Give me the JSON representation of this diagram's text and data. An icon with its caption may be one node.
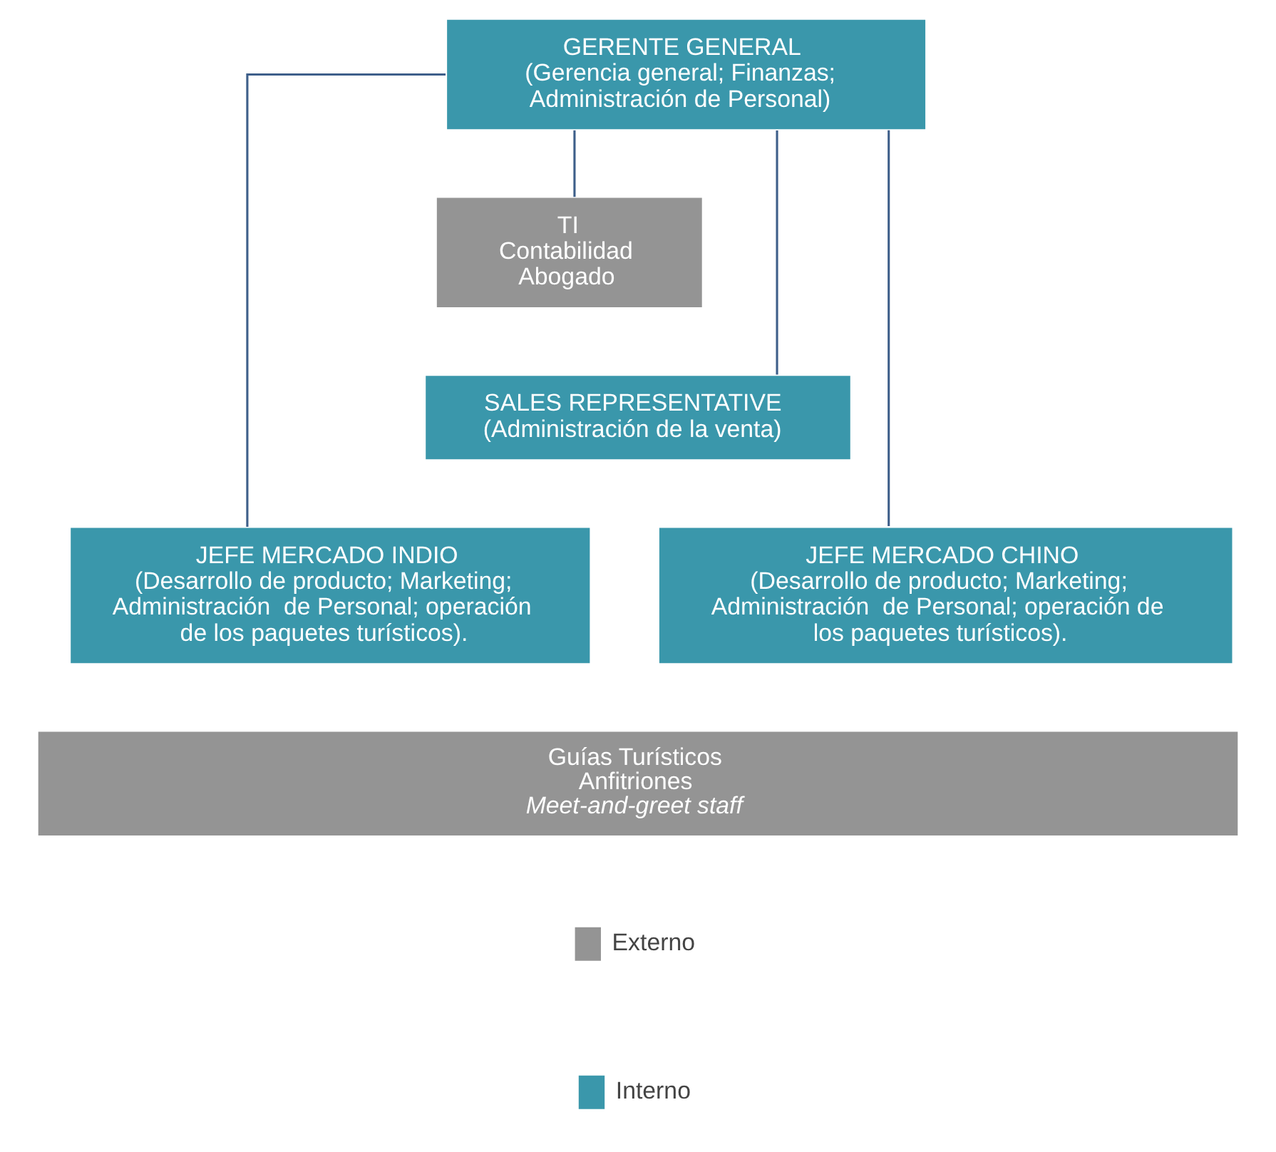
{
  "diagram": {
    "nodes": [
      {
        "text": [
          "GERENTE GENERAL",
          "(Gerencia general; Finanzas; Administración de Personal)"
        ]
      },
      {
        "text": [
          "TI",
          "Contabilidad",
          "Abogado"
        ]
      },
      {
        "text": [
          "SALES REPRESENTATIVE",
          "(Administración de la venta)"
        ]
      },
      {
        "text": [
          "JEFE MERCADO INDIO",
          "(Desarrollo de producto; Marketing; Administración  de Personal; operación de los paquetes turísticos)."
        ]
      },
      {
        "text": [
          "JEFE MERCADO CHINO",
          "(Desarrollo de producto; Marketing; Administración  de Personal; operación de los paquetes turísticos)."
        ]
      },
      {
        "text": [
          "Guías Turísticos",
          "Anfitriones",
          "Meet-and-greet staff"
        ]
      }
    ],
    "edges": [
      {
        "from": 0,
        "to": 1,
        "arrow": "none"
      },
      {
        "from": 0,
        "to": 2,
        "arrow": "none"
      },
      {
        "from": 0,
        "to": 3,
        "arrow": "none"
      },
      {
        "from": 0,
        "to": 4,
        "arrow": "none"
      }
    ],
    "legend": [
      {
        "text": "Externo",
        "color": "#949494"
      },
      {
        "text": "Interno",
        "color": "#3a97ab"
      }
    ]
  }
}
